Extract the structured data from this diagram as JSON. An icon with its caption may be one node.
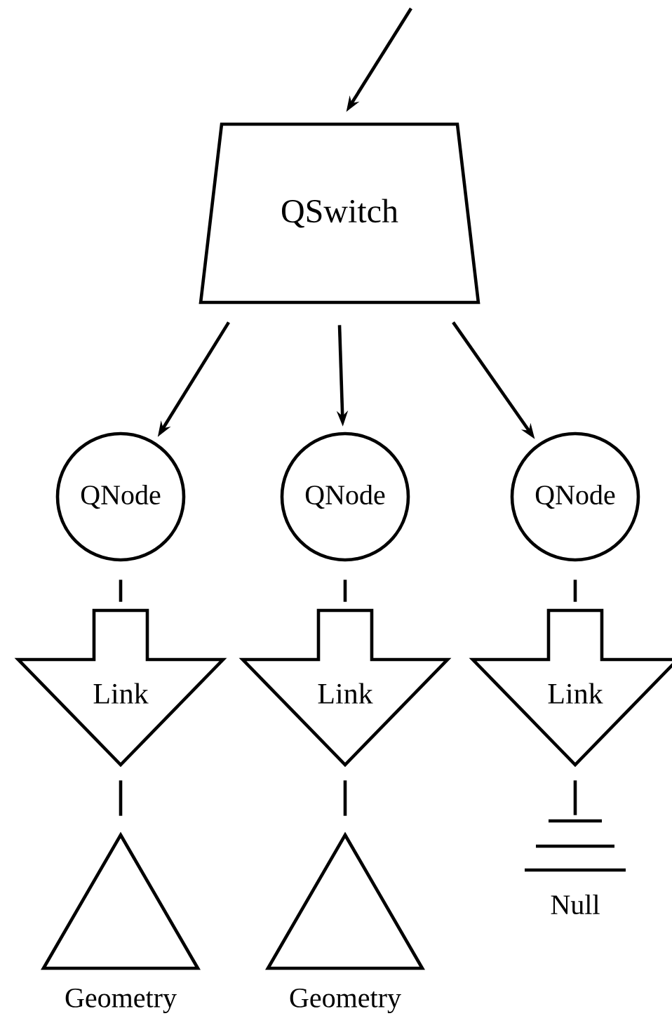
{
  "diagram": {
    "nodes": [
      {
        "text": [
          "QSwitch"
        ]
      },
      {
        "text": [
          "QNode"
        ]
      },
      {
        "text": [
          "QNode"
        ]
      },
      {
        "text": [
          "QNode"
        ]
      },
      {
        "text": [
          "Link"
        ]
      },
      {
        "text": [
          "Link"
        ]
      },
      {
        "text": [
          "Link"
        ]
      },
      {
        "text": [
          "Geometry"
        ]
      },
      {
        "text": [
          "Geometry"
        ]
      },
      {
        "text": [
          "Null"
        ]
      }
    ],
    "edges": [
      {
        "from": null,
        "to": 0,
        "arrow": "to"
      },
      {
        "from": 0,
        "to": 1,
        "arrow": "to"
      },
      {
        "from": 0,
        "to": 2,
        "arrow": "to"
      },
      {
        "from": 0,
        "to": 3,
        "arrow": "to"
      },
      {
        "from": 1,
        "to": 4,
        "arrow": "none"
      },
      {
        "from": 2,
        "to": 5,
        "arrow": "none"
      },
      {
        "from": 3,
        "to": 6,
        "arrow": "none"
      },
      {
        "from": 4,
        "to": 7,
        "arrow": "none"
      },
      {
        "from": 5,
        "to": 8,
        "arrow": "none"
      },
      {
        "from": 6,
        "to": 9,
        "arrow": "none"
      }
    ]
  }
}
